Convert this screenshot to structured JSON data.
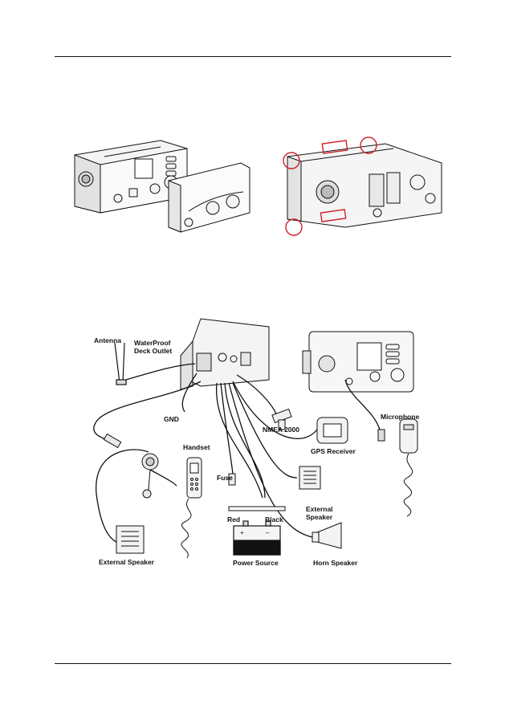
{
  "labels": {
    "antenna": "Antenna",
    "waterproof_line1": "WaterProof",
    "waterproof_line2": "Deck Outlet",
    "gnd": "GND",
    "nmea2000": "NMEA 2000",
    "microphone": "Microphone",
    "handset": "Handset",
    "gps_receiver": "GPS Receiver",
    "fuse": "Fuse",
    "external_speaker_line1": "External",
    "external_speaker_line2": "Speaker",
    "red": "Red",
    "black": "Black",
    "external_speaker_left": "External Speaker",
    "power_source": "Power Source",
    "horn_speaker": "Horn Speaker"
  },
  "colors": {
    "line": "#111111",
    "device_fill": "#f4f4f4",
    "highlight": "#d0202a"
  }
}
